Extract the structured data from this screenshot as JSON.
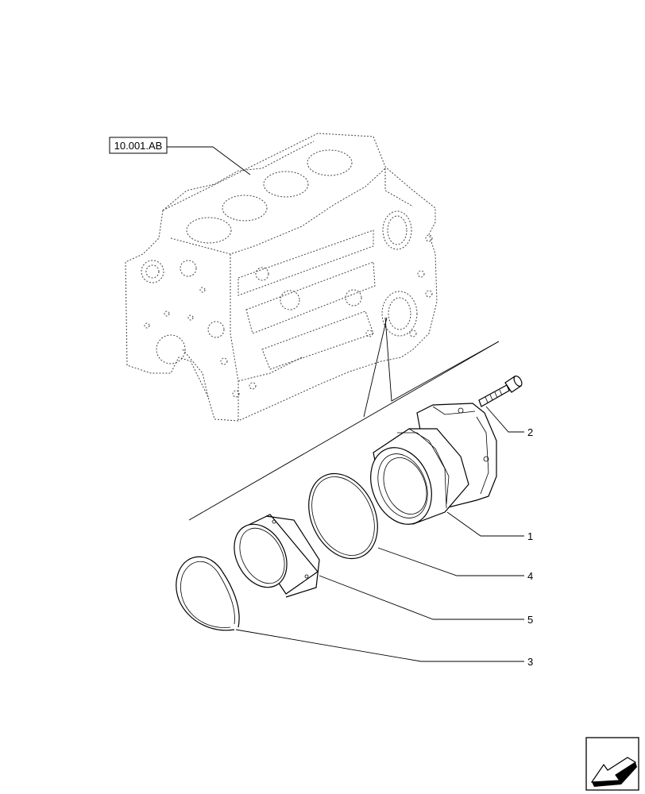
{
  "reference_box": {
    "text": "10.001.AB"
  },
  "callouts": [
    {
      "id": "callout-2",
      "text": "2"
    },
    {
      "id": "callout-1",
      "text": "1"
    },
    {
      "id": "callout-4",
      "text": "4"
    },
    {
      "id": "callout-5",
      "text": "5"
    },
    {
      "id": "callout-3",
      "text": "3"
    }
  ],
  "nav_icon": {
    "icon": "next-page-arrow-icon"
  }
}
